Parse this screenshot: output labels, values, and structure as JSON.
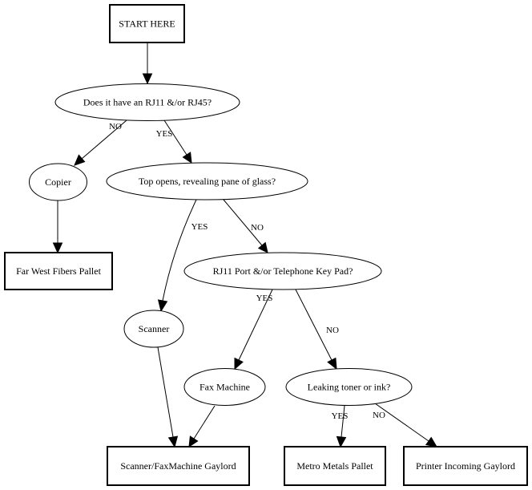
{
  "nodes": {
    "start": "START HERE",
    "q_rj": "Does it have an RJ11 &/or RJ45?",
    "copier": "Copier",
    "q_glass": "Top opens, revealing pane of glass?",
    "far_west": "Far West Fibers Pallet",
    "q_keypad": "RJ11 Port &/or Telephone Key Pad?",
    "scanner": "Scanner",
    "fax": "Fax Machine",
    "q_leak": "Leaking toner or ink?",
    "gaylord": "Scanner/FaxMachine Gaylord",
    "metro": "Metro Metals Pallet",
    "printer": "Printer Incoming Gaylord"
  },
  "edges": {
    "rj_no": "NO",
    "rj_yes": "YES",
    "glass_yes": "YES",
    "glass_no": "NO",
    "keypad_yes": "YES",
    "keypad_no": "NO",
    "leak_yes": "YES",
    "leak_no": "NO"
  }
}
